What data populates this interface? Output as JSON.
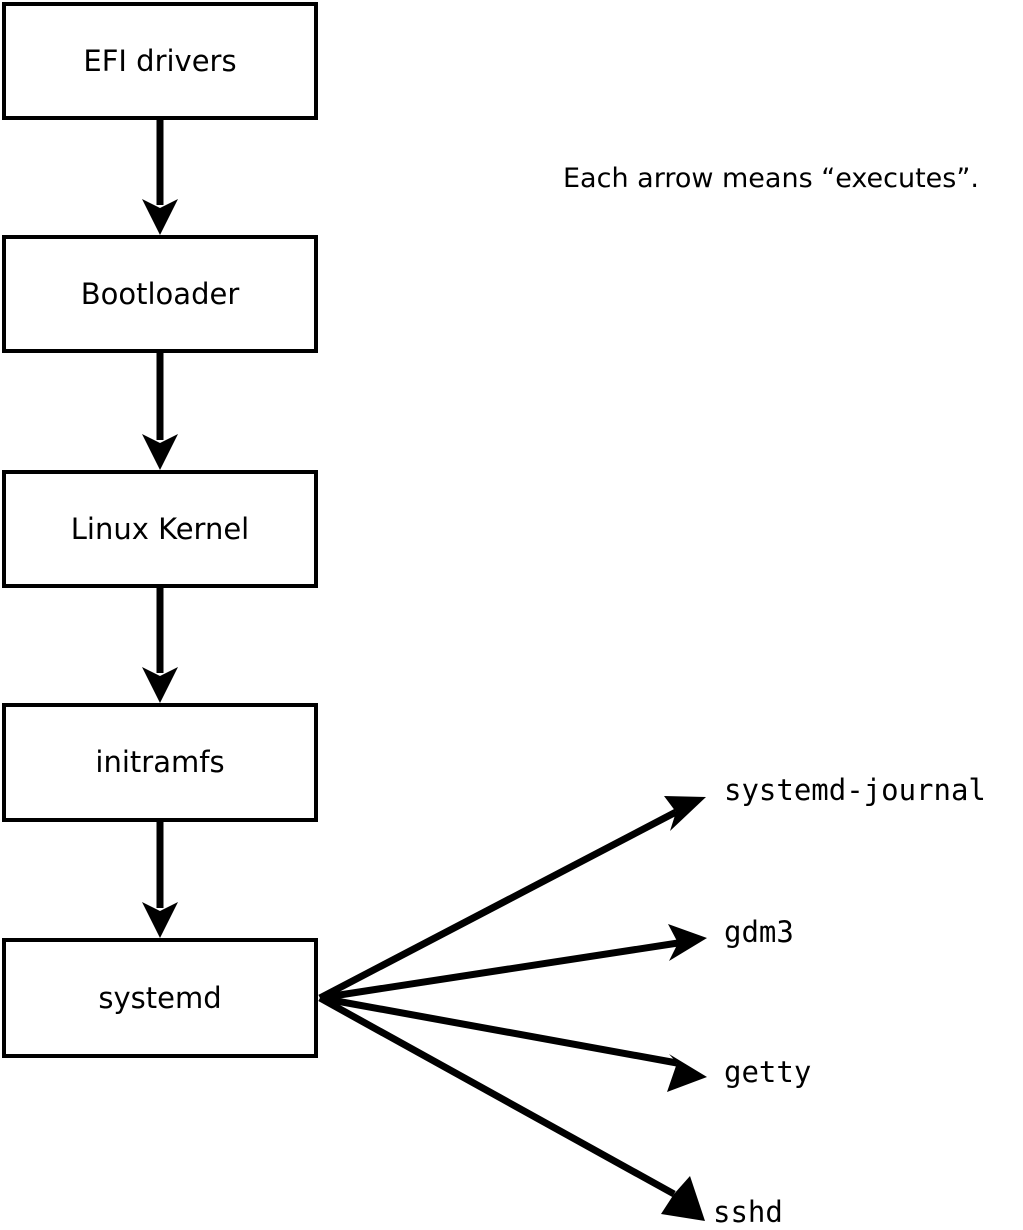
{
  "diagram": {
    "title_caption": "Each arrow means “executes”.",
    "boot_chain": [
      {
        "id": "efi-drivers",
        "label": "EFI drivers"
      },
      {
        "id": "bootloader",
        "label": "Bootloader"
      },
      {
        "id": "linux-kernel",
        "label": "Linux Kernel"
      },
      {
        "id": "initramfs",
        "label": "initramfs"
      },
      {
        "id": "systemd",
        "label": "systemd"
      }
    ],
    "services": [
      {
        "id": "systemd-journal",
        "label": "systemd-journal"
      },
      {
        "id": "gdm3",
        "label": "gdm3"
      },
      {
        "id": "getty",
        "label": "getty"
      },
      {
        "id": "sshd",
        "label": "sshd"
      }
    ],
    "colors": {
      "stroke": "#000000",
      "fill": "#ffffff",
      "text": "#000000"
    }
  }
}
